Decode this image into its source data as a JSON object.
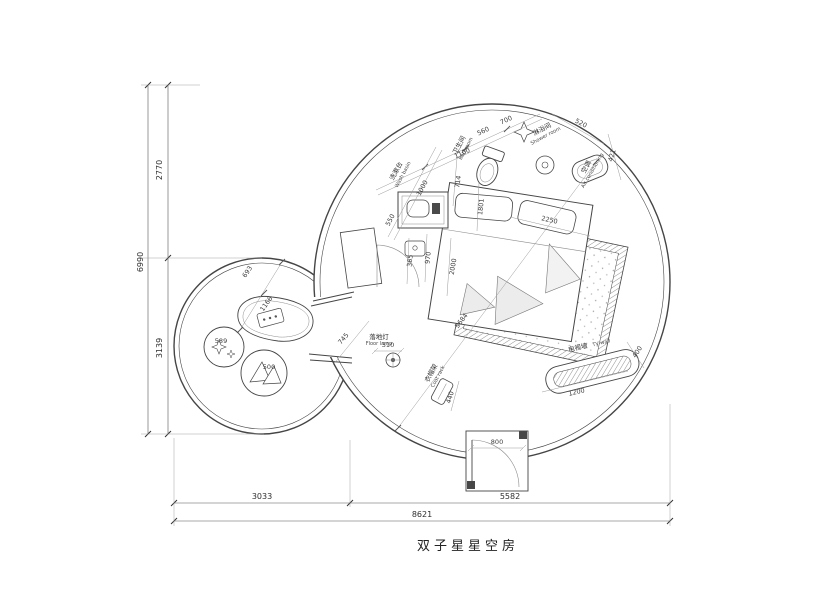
{
  "title": "双子星星空房",
  "chain_dims": {
    "height_total": "6990",
    "height_top": "2770",
    "height_bottom": "3139",
    "width_left": "3033",
    "width_right": "5582",
    "width_total": "8621"
  },
  "labels": {
    "washbasin_cn": "洗漱台",
    "washbasin_en": "Wash basin",
    "bathroom_cn": "卫生间",
    "bathroom_en": "Bathroom",
    "shower_cn": "淋浴间",
    "shower_en": "Shower room",
    "ac_cn": "空调",
    "ac_en": "Air conditioning",
    "tv_cn": "电视墙",
    "tv_en": "TV wall",
    "coat_cn": "衣帽架",
    "coat_en": "Coat rack",
    "lamp_cn": "落地灯",
    "lamp_en": "Floor lamp"
  },
  "dims": {
    "bath_560": "560",
    "bath_700": "700",
    "bath_1100": "1100",
    "shower_520": "520",
    "ac_421": "421",
    "basin_1000": "1000",
    "basin_550": "550",
    "basin_714": "714",
    "basin_1801": "1801",
    "bed_365": "365",
    "bed_970": "970",
    "bed_2000": "2000",
    "carpet_2250": "2250",
    "diag_5684": "5684",
    "passage_745": "745",
    "lamp_310": "310",
    "coat_440": "440",
    "tv_1200": "1200",
    "tv_400": "400",
    "door_800": "800",
    "lounge_693": "693",
    "lounge_1166": "1166",
    "lounge_589": "589",
    "lounge_500": "500"
  }
}
